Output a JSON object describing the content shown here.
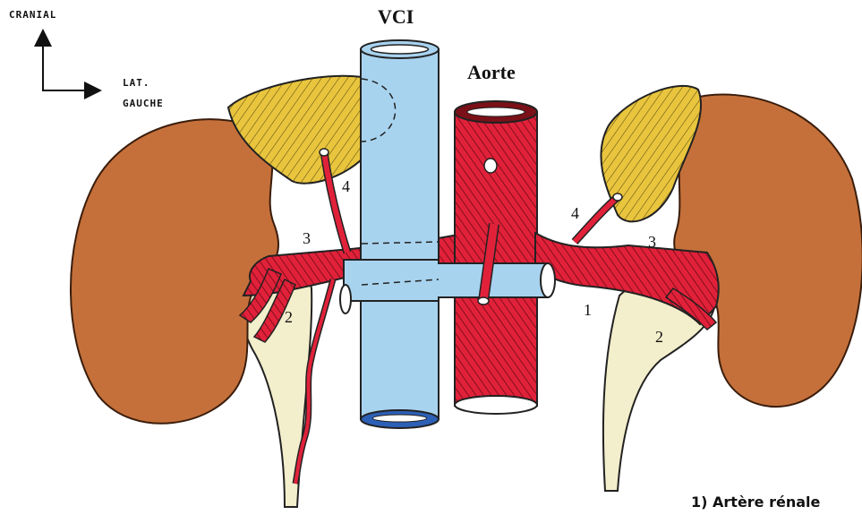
{
  "orientation": {
    "cranial_label": "CRANIAL",
    "lateral_label_line1": "LAT.",
    "lateral_label_line2": "GAUCHE"
  },
  "vessels": {
    "vci_label": "VCI",
    "aorta_label": "Aorte"
  },
  "numbers": {
    "left_4": "4",
    "left_3": "3",
    "left_2": "2",
    "right_1": "1",
    "right_4": "4",
    "right_3": "3",
    "right_2": "2"
  },
  "legend": {
    "item_1": "1) Artère rénale"
  },
  "colors": {
    "kidney": "#c5703a",
    "adrenal": "#e9c53e",
    "vein": "#a8d3ef",
    "artery": "#e1213a",
    "ureter": "#f3eecb"
  }
}
